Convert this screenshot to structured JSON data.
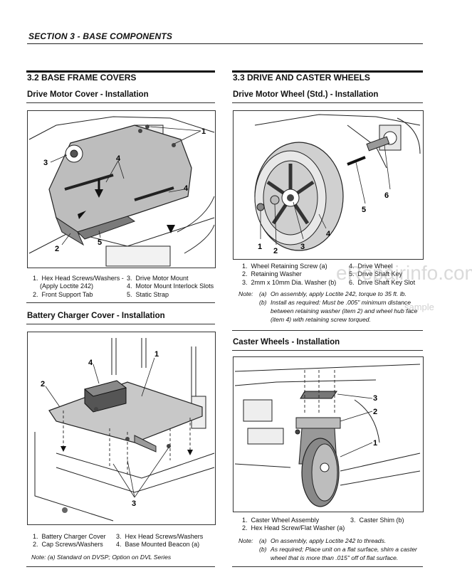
{
  "section_header": "SECTION 3 - BASE COMPONENTS",
  "left": {
    "heading": "3.2   BASE FRAME COVERS",
    "fig1": {
      "title": "Drive Motor Cover - Installation",
      "callouts": {
        "c1": "1",
        "c2": "2",
        "c3": "3",
        "c4a": "4",
        "c4b": "4",
        "c5": "5"
      },
      "legend": [
        {
          "num": "1.",
          "text": "Hex Head Screws/Washers -"
        },
        {
          "num": "",
          "text": "(Apply Loctite 242)"
        },
        {
          "num": "2.",
          "text": "Front Support Tab"
        },
        {
          "num": "3.",
          "text": "Drive Motor Mount"
        },
        {
          "num": "4.",
          "text": "Motor Mount Interlock Slots"
        },
        {
          "num": "5.",
          "text": "Static Strap"
        }
      ]
    },
    "fig2": {
      "title": "Battery Charger Cover - Installation",
      "callouts": {
        "c1": "1",
        "c2": "2",
        "c3": "3",
        "c4": "4"
      },
      "legend": [
        {
          "num": "1.",
          "text": "Battery Charger Cover"
        },
        {
          "num": "2.",
          "text": "Cap Screws/Washers"
        },
        {
          "num": "3.",
          "text": "Hex Head Screws/Washers"
        },
        {
          "num": "4.",
          "text": "Base Mounted Beacon (a)"
        }
      ],
      "note": "Note:   (a)  Standard on DVSP; Option on DVL Series"
    }
  },
  "right": {
    "heading": "3.3   DRIVE AND CASTER WHEELS",
    "fig1": {
      "title": "Drive Motor Wheel (Std.) - Installation",
      "callouts": {
        "c1": "1",
        "c2": "2",
        "c3": "3",
        "c4": "4",
        "c5": "5",
        "c6": "6"
      },
      "legend": [
        {
          "num": "1.",
          "text": "Wheel Retaining Screw (a)"
        },
        {
          "num": "2.",
          "text": "Retaining Washer"
        },
        {
          "num": "3.",
          "text": "2mm x 10mm Dia. Washer (b)"
        },
        {
          "num": "4.",
          "text": "Drive Wheel"
        },
        {
          "num": "5.",
          "text": "Drive Shaft Key"
        },
        {
          "num": "6.",
          "text": "Drive Shaft Key Slot"
        }
      ],
      "note_label": "Note:",
      "note_a_label": "(a)",
      "note_a": "On assembly, apply Loctite 242, torque to 35 ft. lb.",
      "note_b_label": "(b)",
      "note_b1": "Install as required: Must be .005\" minimum distance",
      "note_b2": "between retaining washer (item 2) and wheel hub face",
      "note_b3": "(item 4) with retaining screw torqued."
    },
    "fig2": {
      "title": "Caster Wheels - Installation",
      "callouts": {
        "c1": "1",
        "c2": "2",
        "c3": "3"
      },
      "legend": [
        {
          "num": "1.",
          "text": "Caster Wheel Assembly"
        },
        {
          "num": "2.",
          "text": "Hex Head Screw/Flat Washer (a)"
        },
        {
          "num": "3.",
          "text": "Caster Shim (b)"
        }
      ],
      "note_label": "Note:",
      "note_a_label": "(a)",
      "note_a": "On assembly, apply Loctite 242 to threads.",
      "note_b_label": "(b)",
      "note_b1": "As required; Place unit on a flat surface, shim a caster",
      "note_b2": "wheel that is more than .015\" off of flat surface."
    }
  },
  "watermark": {
    "main": "eRepairinfo.com",
    "sub": "sample"
  }
}
